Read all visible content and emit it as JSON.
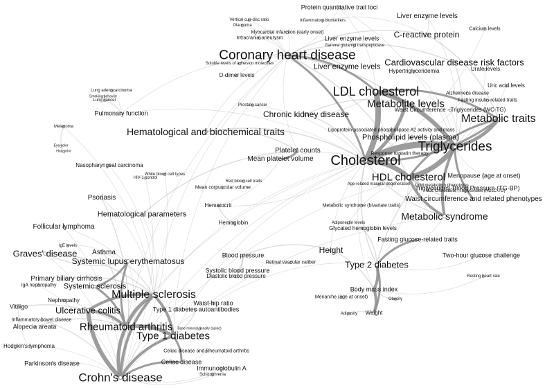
{
  "colors": {
    "background": "#ffffff",
    "edge": "#9a9a9a",
    "edge_strong": "#8c8c8c",
    "label": "#111111"
  },
  "nodes": [
    {
      "id": "coronary",
      "label": "Coronary heart disease"
    },
    {
      "id": "ldl",
      "label": "LDL cholesterol"
    },
    {
      "id": "cholesterol",
      "label": "Cholesterol"
    },
    {
      "id": "triglycerides",
      "label": "Triglycerides"
    },
    {
      "id": "hdl",
      "label": "HDL cholesterol"
    },
    {
      "id": "metabolic_levels",
      "label": "Metabolite levels"
    },
    {
      "id": "metabolic_traits",
      "label": "Metabolic traits"
    },
    {
      "id": "metabolic_syndrome",
      "label": "Metabolic syndrome"
    },
    {
      "id": "crohns",
      "label": "Crohn's disease"
    },
    {
      "id": "multiple_sclerosis",
      "label": "Multiple sclerosis"
    },
    {
      "id": "rheumatoid",
      "label": "Rheumatoid arthritis"
    },
    {
      "id": "type1",
      "label": "Type 1 diabetes"
    },
    {
      "id": "type2",
      "label": "Type 2 diabetes"
    },
    {
      "id": "hematological_biochem",
      "label": "Hematological and biochemical traits"
    },
    {
      "id": "cvd_risk",
      "label": "Cardiovascular disease risk factors"
    },
    {
      "id": "crp",
      "label": "C-reactive protein"
    },
    {
      "id": "ulcerative",
      "label": "Ulcerative colitis"
    },
    {
      "id": "graves",
      "label": "Graves' disease"
    },
    {
      "id": "sle",
      "label": "Systemic lupus erythematosus"
    },
    {
      "id": "height",
      "label": "Height"
    },
    {
      "id": "ckd",
      "label": "Chronic kidney disease"
    },
    {
      "id": "liver1",
      "label": "Liver enzyme levels"
    },
    {
      "id": "liver2",
      "label": "Liver enzyme levels"
    },
    {
      "id": "liver3",
      "label": "Liver enzyme levels"
    },
    {
      "id": "pqtl",
      "label": "Protein quantitative trait loci"
    },
    {
      "id": "phospholipid",
      "label": "Phospholipid levels (plasma)"
    },
    {
      "id": "platelet_counts",
      "label": "Platelet counts"
    },
    {
      "id": "mpv",
      "label": "Mean platelet volume"
    },
    {
      "id": "waist_pheno",
      "label": "Waist circumference and related phenotypes"
    },
    {
      "id": "hema_params",
      "label": "Hematological parameters"
    },
    {
      "id": "follicular",
      "label": "Follicular lymphoma"
    },
    {
      "id": "primary_biliary",
      "label": "Primary biliary cirrhosis"
    },
    {
      "id": "systemic_sclerosis",
      "label": "Systemic sclerosis"
    },
    {
      "id": "asthma",
      "label": "Asthma"
    },
    {
      "id": "psoriasis",
      "label": "Psoriasis"
    },
    {
      "id": "pulmonary",
      "label": "Pulmonary function"
    },
    {
      "id": "fasting_glucose",
      "label": "Fasting glucose-related traits"
    },
    {
      "id": "glycated",
      "label": "Glycated hemoglobin levels"
    },
    {
      "id": "body_mass",
      "label": "Body mass index"
    },
    {
      "id": "blood_pressure",
      "label": "Blood pressure"
    },
    {
      "id": "systolic",
      "label": "Systolic blood pressure"
    },
    {
      "id": "diastolic",
      "label": "Diastolic blood pressure"
    },
    {
      "id": "waist_hip",
      "label": "Waist-hip ratio"
    },
    {
      "id": "t1d_auto",
      "label": "Type 1 diabetes autoantibodies"
    },
    {
      "id": "hemoglobin",
      "label": "Hemoglobin"
    },
    {
      "id": "hematocrit",
      "label": "Hematocrit"
    },
    {
      "id": "mcv",
      "label": "Mean corpuscular volume"
    },
    {
      "id": "celiac",
      "label": "Celiac disease"
    },
    {
      "id": "celiac_ra",
      "label": "Celiac disease and Rheumatoid arthritis"
    },
    {
      "id": "iga",
      "label": "Immunoglobulin A"
    },
    {
      "id": "parkinsons",
      "label": "Parkinson's disease"
    },
    {
      "id": "hodgkins",
      "label": "Hodgkin's lymphoma"
    },
    {
      "id": "alopecia",
      "label": "Alopecia areata"
    },
    {
      "id": "vitiligo",
      "label": "Vitiligo"
    },
    {
      "id": "nephropathy",
      "label": "Nephropathy"
    },
    {
      "id": "iga_nephropathy",
      "label": "IgA nephropathy"
    },
    {
      "id": "ibd",
      "label": "Inflammatory bowel disease"
    },
    {
      "id": "nasopharyngeal",
      "label": "Nasopharyngeal carcinoma"
    },
    {
      "id": "ddimer",
      "label": "D-dimer levels"
    },
    {
      "id": "hypertriglyceridemia",
      "label": "Hypertriglyceridemia"
    },
    {
      "id": "urate",
      "label": "Urate levels"
    },
    {
      "id": "uric_acid",
      "label": "Uric acid levels"
    },
    {
      "id": "alzheimers",
      "label": "Alzheimer's disease"
    },
    {
      "id": "fasting_insulin",
      "label": "Fasting insulin-related traits"
    },
    {
      "id": "wc_tg",
      "label": "Waist Circumference - Triglycerides (WC-TG)"
    },
    {
      "id": "lppla2",
      "label": "Lipoprotein-associated phospholipase A2 activity and mass"
    },
    {
      "id": "statin",
      "label": "Response to statin therapy"
    },
    {
      "id": "menopause",
      "label": "Menopause (age at onset)"
    },
    {
      "id": "tg_bp",
      "label": "Triglycerides-Blood Pressure (TG-BP)"
    },
    {
      "id": "hdl_tg",
      "label": "HDL Cholesterol - Triglycerides (HDLC-TG)"
    },
    {
      "id": "metsyn_bivariate",
      "label": "Metabolic syndrome (bivariate traits)"
    },
    {
      "id": "adiponectin",
      "label": "Adiponectin levels"
    },
    {
      "id": "two_hour",
      "label": "Two-hour glucose challenge"
    },
    {
      "id": "resting_hr",
      "label": "Resting heart rate"
    },
    {
      "id": "menarche",
      "label": "Menarche (age at onset)"
    },
    {
      "id": "weight",
      "label": "Weight"
    },
    {
      "id": "obesity",
      "label": "Obesity"
    },
    {
      "id": "adiposity",
      "label": "Adiposity"
    },
    {
      "id": "retinal",
      "label": "Retinal vascular caliber"
    },
    {
      "id": "schizophrenia",
      "label": "Schizophrenia"
    },
    {
      "id": "calcium",
      "label": "Calcium levels"
    },
    {
      "id": "inflammatory_biomarkers",
      "label": "Inflammatory biomarkers"
    },
    {
      "id": "myocardial",
      "label": "Myocardial infarction (early onset)"
    },
    {
      "id": "intracranial",
      "label": "Intracranial aneurysm"
    },
    {
      "id": "soluble_adhesion",
      "label": "Soluble levels of adhesion molecules"
    },
    {
      "id": "ggt",
      "label": "Gamma glutamyl transpeptidase"
    },
    {
      "id": "vertical_cd",
      "label": "Vertical cup-disc ratio"
    },
    {
      "id": "glaucoma",
      "label": "Glaucoma"
    },
    {
      "id": "prostate",
      "label": "Prostate cancer"
    },
    {
      "id": "lung_adeno",
      "label": "Lung adenocarcinoma"
    },
    {
      "id": "lung_cancer",
      "label": "Lung cancer"
    },
    {
      "id": "smoking",
      "label": "Smoking behavior"
    },
    {
      "id": "melanoma",
      "label": "Melanoma"
    },
    {
      "id": "eye_color",
      "label": "Eye color"
    },
    {
      "id": "hair_color",
      "label": "Hair color"
    },
    {
      "id": "hiv",
      "label": "HIV-1 control"
    },
    {
      "id": "wbc",
      "label": "White blood cell types"
    },
    {
      "id": "rbc",
      "label": "Red blood cell traits"
    },
    {
      "id": "ige",
      "label": "IgE levels"
    },
    {
      "id": "ages_macular",
      "label": "Age-related macular degeneration"
    },
    {
      "id": "lipid_pheno",
      "label": "Lipid metabolism phenotypes"
    },
    {
      "id": "bone_density",
      "label": "Bone mineral density (spine)"
    }
  ]
}
